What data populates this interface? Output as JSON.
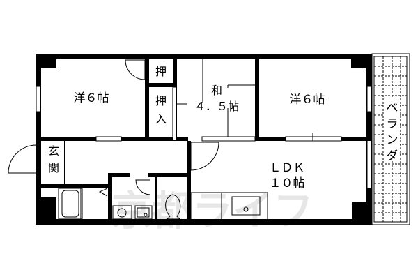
{
  "floor_plan": {
    "rooms": [
      {
        "id": "western-room-left",
        "label": "洋６帖",
        "type": "Western-style room",
        "size_jo": 6
      },
      {
        "id": "closet-small",
        "label": "押",
        "type": "Closet"
      },
      {
        "id": "closet-large",
        "label_line1": "押",
        "label_line2": "入",
        "type": "Closet (oshiire)"
      },
      {
        "id": "japanese-room",
        "label_line1": "和",
        "label_line2": "４．５帖",
        "type": "Japanese-style room",
        "size_jo": 4.5
      },
      {
        "id": "western-room-right",
        "label": "洋６帖",
        "type": "Western-style room",
        "size_jo": 6
      },
      {
        "id": "entrance",
        "label_line1": "玄",
        "label_line2": "関",
        "type": "Entrance"
      },
      {
        "id": "ldk",
        "label_line1": "ＬＤＫ",
        "label_line2": "１０帖",
        "type": "Living/Dining/Kitchen",
        "size_jo": 10
      },
      {
        "id": "balcony",
        "label_chars": [
          "ベ",
          "ラ",
          "ン",
          "ダ"
        ],
        "type": "Balcony"
      }
    ],
    "fixtures": [
      "bathtub",
      "washing-machine",
      "washbasin",
      "toilet",
      "kitchen-sink"
    ],
    "watermark": "京都ライフ",
    "colors": {
      "wall": "#000000",
      "background": "#ffffff",
      "watermark": "#e6e6e6"
    }
  }
}
